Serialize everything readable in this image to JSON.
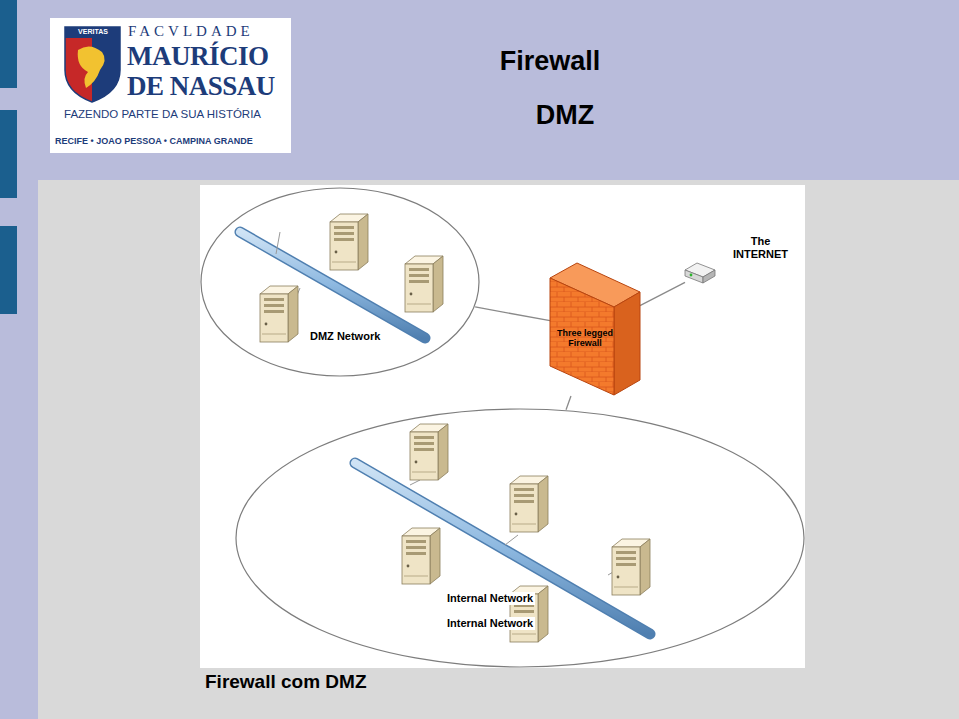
{
  "diagram": {
    "title": "Firewall",
    "caption": "Firewall com DMZ",
    "nodes": [
      {
        "text": [
          "DMZ Network"
        ]
      },
      {
        "text": [
          "Three legged Firewall"
        ]
      },
      {
        "text": [
          "The INTERNET"
        ]
      },
      {
        "text": [
          "Internal Network",
          "Internal Network"
        ]
      }
    ],
    "edges": [
      {
        "from": 0,
        "to": 1,
        "arrow": "none"
      },
      {
        "from": 1,
        "to": 2,
        "arrow": "none"
      },
      {
        "from": 1,
        "to": 3,
        "arrow": "none"
      }
    ],
    "labels": [
      "VERITAS",
      "FACVLDADE",
      "MAURÍCIO",
      "DE NASSAU",
      "FAZENDO PARTE DA SUA HISTÓRIA",
      "RECIFE • JOAO PESSOA • CAMPINA GRANDE",
      "DMZ"
    ]
  }
}
